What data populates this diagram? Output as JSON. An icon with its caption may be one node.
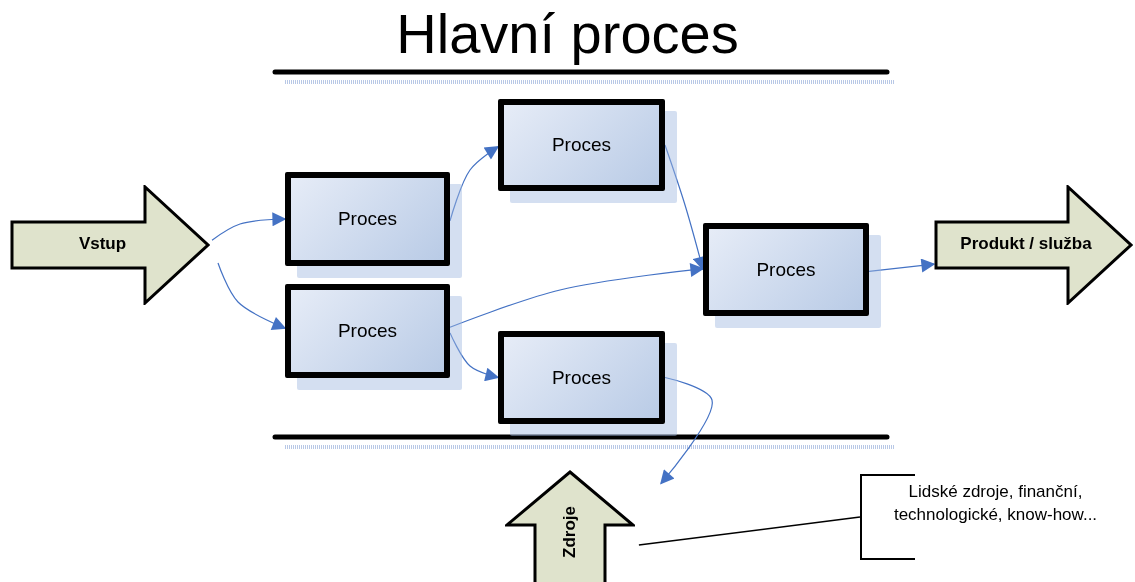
{
  "diagram": {
    "title": "Hlavní proces",
    "nodes": [
      {
        "text": [
          "Vstup"
        ]
      },
      {
        "text": [
          "Proces"
        ]
      },
      {
        "text": [
          "Proces"
        ]
      },
      {
        "text": [
          "Proces"
        ]
      },
      {
        "text": [
          "Proces"
        ]
      },
      {
        "text": [
          "Proces"
        ]
      },
      {
        "text": [
          "Produkt / služba"
        ]
      },
      {
        "text": [
          "Zdroje"
        ]
      },
      {
        "text": [
          "Lidské zdroje, finanční, technologické, know-how..."
        ]
      }
    ],
    "edges": [
      {
        "from": 0,
        "to": 1,
        "arrow": "to"
      },
      {
        "from": 0,
        "to": 2,
        "arrow": "to"
      },
      {
        "from": 1,
        "to": 3,
        "arrow": "to"
      },
      {
        "from": 3,
        "to": 4,
        "arrow": "to"
      },
      {
        "from": 2,
        "to": 4,
        "arrow": "to"
      },
      {
        "from": 2,
        "to": 5,
        "arrow": "to"
      },
      {
        "from": 4,
        "to": 6,
        "arrow": "to"
      },
      {
        "from": 5,
        "to": 7,
        "arrow": "to"
      },
      {
        "from": 8,
        "to": 7,
        "arrow": "none",
        "color": "#000000"
      }
    ]
  }
}
